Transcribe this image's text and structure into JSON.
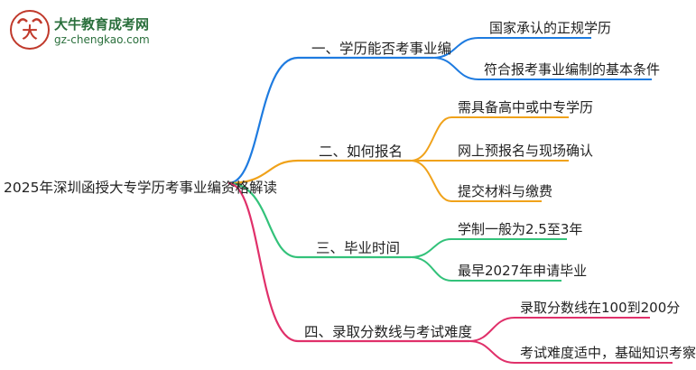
{
  "logo": {
    "title": "大牛教育成考网",
    "url": "gz-chengkao.com"
  },
  "root": "2025年深圳函授大专学历考事业编资格解读",
  "colors": {
    "blue": "#1e7be0",
    "orange": "#f0a21a",
    "green": "#33c27a",
    "pink": "#e0306a"
  },
  "branches": [
    {
      "label": "一、学历能否考事业编",
      "color": "blue",
      "leaves": [
        "国家承认的正规学历",
        "符合报考事业编制的基本条件"
      ]
    },
    {
      "label": "二、如何报名",
      "color": "orange",
      "leaves": [
        "需具备高中或中专学历",
        "网上预报名与现场确认",
        "提交材料与缴费"
      ]
    },
    {
      "label": "三、毕业时间",
      "color": "green",
      "leaves": [
        "学制一般为2.5至3年",
        "最早2027年申请毕业"
      ]
    },
    {
      "label": "四、录取分数线与考试难度",
      "color": "pink",
      "leaves": [
        "录取分数线在100到200分",
        "考试难度适中，基础知识考察"
      ]
    }
  ]
}
